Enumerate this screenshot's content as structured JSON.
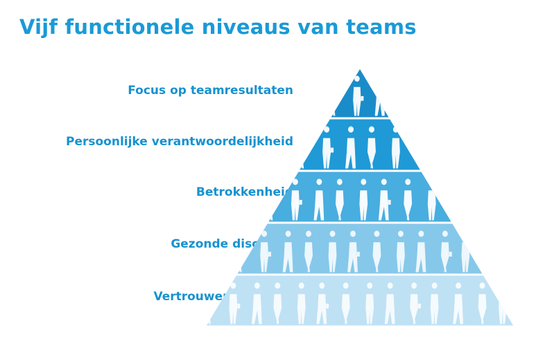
{
  "title": "Vijf functionele niveaus van teams",
  "levels": [
    {
      "label": "Focus op teamresultaten",
      "color": "#1a8cc9"
    },
    {
      "label": "Persoonlijke verantwoordelijkheid",
      "color": "#1f9ad6"
    },
    {
      "label": "Betrokkenheid",
      "color": "#48addf"
    },
    {
      "label": "Gezonde discussie",
      "color": "#86c8ea"
    },
    {
      "label": "Vertrouwen in elkaar",
      "color": "#bfe1f4"
    }
  ],
  "colors": {
    "title": "#1a9ad6",
    "label": "#1692cf",
    "figures": "#ffffff"
  }
}
